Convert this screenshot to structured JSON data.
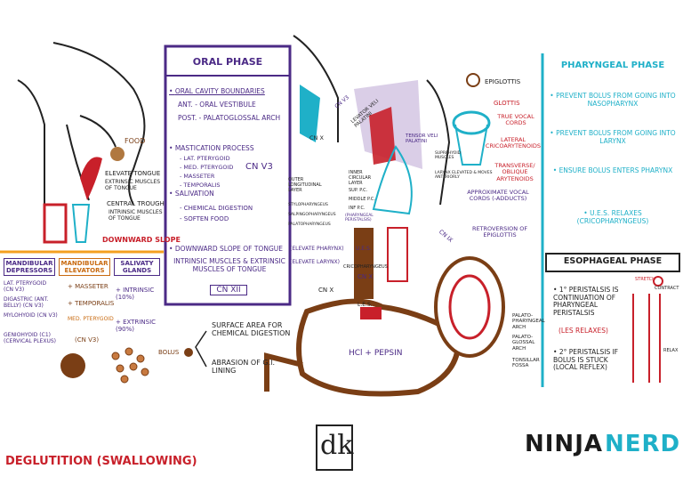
{
  "title": "DEGLUTITION (SWALLOWING)",
  "brand": {
    "ninja": "NINJA",
    "nerd": "NERD",
    "logo": "dk"
  },
  "left": {
    "food": "FOOD",
    "elevate_tongue": "ELEVATE TONGUE",
    "extrinsic": "EXTRINSIC MUSCLES OF TONGUE",
    "central_trough": "CENTRAL TROUGH",
    "intrinsic": "INTRINSIC MUSCLES OF TONGUE",
    "downward_slope": "DOWNWARD SLOPE",
    "mand_depressors": "MANDIBULAR DEPRESSORS",
    "mand_elevators": "MANDIBULAR ELEVATORS",
    "salivary_glands": "SALIVATY GLANDS",
    "lat_pterygoid": "LAT. PTERYGOID (CN V3)",
    "digastric": "DIGASTRIC (ANT. BELLY) (CN V3)",
    "mylohyoid": "MYLOHYOID (CN V3)",
    "geniohyoid": "GENIOHYOID (C1) (CERVICAL PLEXUS)",
    "masseter": "+ MASSETER",
    "temporalis": "+ TEMPORALIS",
    "med_pterygoid": "MED. PTERYGOID",
    "cn_v3": "(CN V3)",
    "intrinsic_pct": "+ INTRINSIC (10%)",
    "extrinsic_pct": "+ EXTRINSIC (90%)",
    "bolus": "BOLUS",
    "surface_area": "SURFACE AREA FOR CHEMICAL DIGESTION",
    "abrasion": "ABRASION OF G.I. LINING"
  },
  "oral": {
    "heading": "ORAL PHASE",
    "boundaries": "ORAL CAVITY BOUNDARIES",
    "ant": "ANT. - ORAL VESTIBULE",
    "post": "POST. - PALATOGLOSSAL ARCH",
    "mastication": "MASTICATION PROCESS",
    "lat_ptery": "- LAT. PTERYGOID",
    "med_ptery": "- MED. PTERYGOID",
    "masseter": "- MASSETER",
    "temporalis": "- TEMPORALIS",
    "cnv3": "CN V3",
    "salivation": "SALIVATION",
    "chem_dig": "- CHEMICAL DIGESTION",
    "soften": "- SOFTEN FOOD",
    "downward": "DOWNWARD SLOPE OF TONGUE",
    "intrinsic_ext": "INTRINSIC MUSCLES & EXTRINSIC MUSCLES OF TONGUE",
    "cnxii": "CN XII"
  },
  "middle": {
    "cnx_top": "CN X",
    "cnx_mid": "CN X",
    "cnx": "CN X",
    "cnv3": "CN V3",
    "levator": "LEVATOR VELI PALATINI",
    "tensor": "TENSOR VELI PALATINI",
    "outer_long": "OUTER LONGITUDINAL LAYER",
    "inner_circ": "INNER CIRCULAR LAYER",
    "sup_pc": "SUP. P.C.",
    "middle_pc": "MIDDLE P.C.",
    "inf_pc": "INF P.C.",
    "stylopharyngeus": "STYLOPHARYNGEUS",
    "salpingopharyngeus": "SALPINGOPHARYNGEUS",
    "palatopharyngeus": "PALATOPHARYNGEUS",
    "pharyngeal_peristalsis": "(PHARYNGEAL PERISTALSIS)",
    "elevate_pharynx": "(ELEVATE PHARYNX)",
    "elevate_larynx": "(ELEVATE LARYNX)",
    "ues": "U.E.S.",
    "cricopharyngeus": "CRICOPHARYNGEUS",
    "les": "L.E.S.",
    "hcl": "HCl + PEPSIN",
    "epiglottis": "EPIGLOTTIS",
    "glottis": "GLOTTIS",
    "true_cords": "TRUE VOCAL CORDS",
    "lat_crico": "LATERAL CRICOARYTENOIDS",
    "transverse": "TRANSVERSE/ OBLIQUE ARYTENOIDS",
    "suprahyoid": "SUPRAHYOID MUSCLES",
    "larynx_elev": "LARYNX ELEVATED & MOVES ANTERIORLY",
    "approx": "APPROXIMATE VOCAL CORDS (-ADDUCTS)",
    "retroversion": "RETROVERSION OF EPIGLOTTIS",
    "cnix": "CN IX",
    "palatopharyngeal": "PALATO- PHARYNGEAL ARCH",
    "palatoglossal": "PALATO- GLOSSAL ARCH",
    "tonsillar": "TONSILLAR FOSSA"
  },
  "pharyngeal": {
    "heading": "PHARYNGEAL PHASE",
    "items": [
      "PREVENT BOLUS FROM GOING INTO NASOPHARYNX",
      "PREVENT BOLUS FROM GOING INTO LARYNX",
      "ENSURE BOLUS ENTERS PHARYNX",
      "U.E.S. RELAXES (CRICOPHARYNGEUS)"
    ]
  },
  "esophageal": {
    "heading": "ESOPHAGEAL PHASE",
    "primary": "1° PERISTALSIS IS CONTINUATION OF PHARYNGEAL PERISTALSIS",
    "les_relaxes": "(LES RELAXES)",
    "secondary": "2° PERISTALSIS IF BOLUS IS STUCK (LOCAL REFLEX)",
    "stretch": "STRETCH",
    "contract": "CONTRACT",
    "relax": "RELAX"
  },
  "colors": {
    "purple": "#4b2a86",
    "teal": "#1fb0c8",
    "red": "#c8202a",
    "brown": "#7a3e15"
  }
}
